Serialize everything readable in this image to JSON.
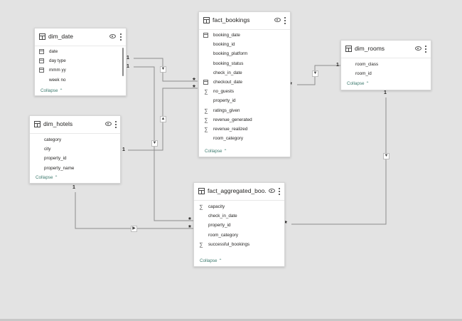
{
  "tables": {
    "dim_date": {
      "title": "dim_date",
      "fields": [
        {
          "name": "date",
          "icon": "calendar-icon"
        },
        {
          "name": "day type",
          "icon": "calendar-icon"
        },
        {
          "name": "mmm yy",
          "icon": "calendar-icon"
        },
        {
          "name": "week no",
          "icon": ""
        }
      ],
      "collapse": "Collapse"
    },
    "fact_bookings": {
      "title": "fact_bookings",
      "fields": [
        {
          "name": "booking_date",
          "icon": "calendar-icon"
        },
        {
          "name": "booking_id",
          "icon": ""
        },
        {
          "name": "booking_platform",
          "icon": ""
        },
        {
          "name": "booking_status",
          "icon": ""
        },
        {
          "name": "check_in_date",
          "icon": ""
        },
        {
          "name": "checkout_date",
          "icon": "calendar-icon"
        },
        {
          "name": "no_guests",
          "icon": "sigma-icon"
        },
        {
          "name": "property_id",
          "icon": ""
        },
        {
          "name": "ratings_given",
          "icon": "sigma-icon"
        },
        {
          "name": "revenue_generated",
          "icon": "sigma-icon"
        },
        {
          "name": "revenue_realized",
          "icon": "sigma-icon"
        },
        {
          "name": "room_category",
          "icon": ""
        }
      ],
      "collapse": "Collapse"
    },
    "dim_rooms": {
      "title": "dim_rooms",
      "fields": [
        {
          "name": "room_class",
          "icon": ""
        },
        {
          "name": "room_id",
          "icon": ""
        }
      ],
      "collapse": "Collapse"
    },
    "dim_hotels": {
      "title": "dim_hotels",
      "fields": [
        {
          "name": "category",
          "icon": ""
        },
        {
          "name": "city",
          "icon": ""
        },
        {
          "name": "property_id",
          "icon": ""
        },
        {
          "name": "property_name",
          "icon": ""
        }
      ],
      "collapse": "Collapse"
    },
    "fact_aggregated": {
      "title": "fact_aggregated_boo...",
      "fields": [
        {
          "name": "capacity",
          "icon": "sigma-icon"
        },
        {
          "name": "check_in_date",
          "icon": ""
        },
        {
          "name": "property_id",
          "icon": ""
        },
        {
          "name": "room_category",
          "icon": ""
        },
        {
          "name": "successful_bookings",
          "icon": "sigma-icon"
        }
      ],
      "collapse": "Collapse"
    }
  },
  "cardinality": {
    "one": "1",
    "many": "*"
  },
  "colors": {
    "canvas": "#e3e3e3",
    "line": "#8e8e8e",
    "collapse_link": "#3d7a6e"
  }
}
